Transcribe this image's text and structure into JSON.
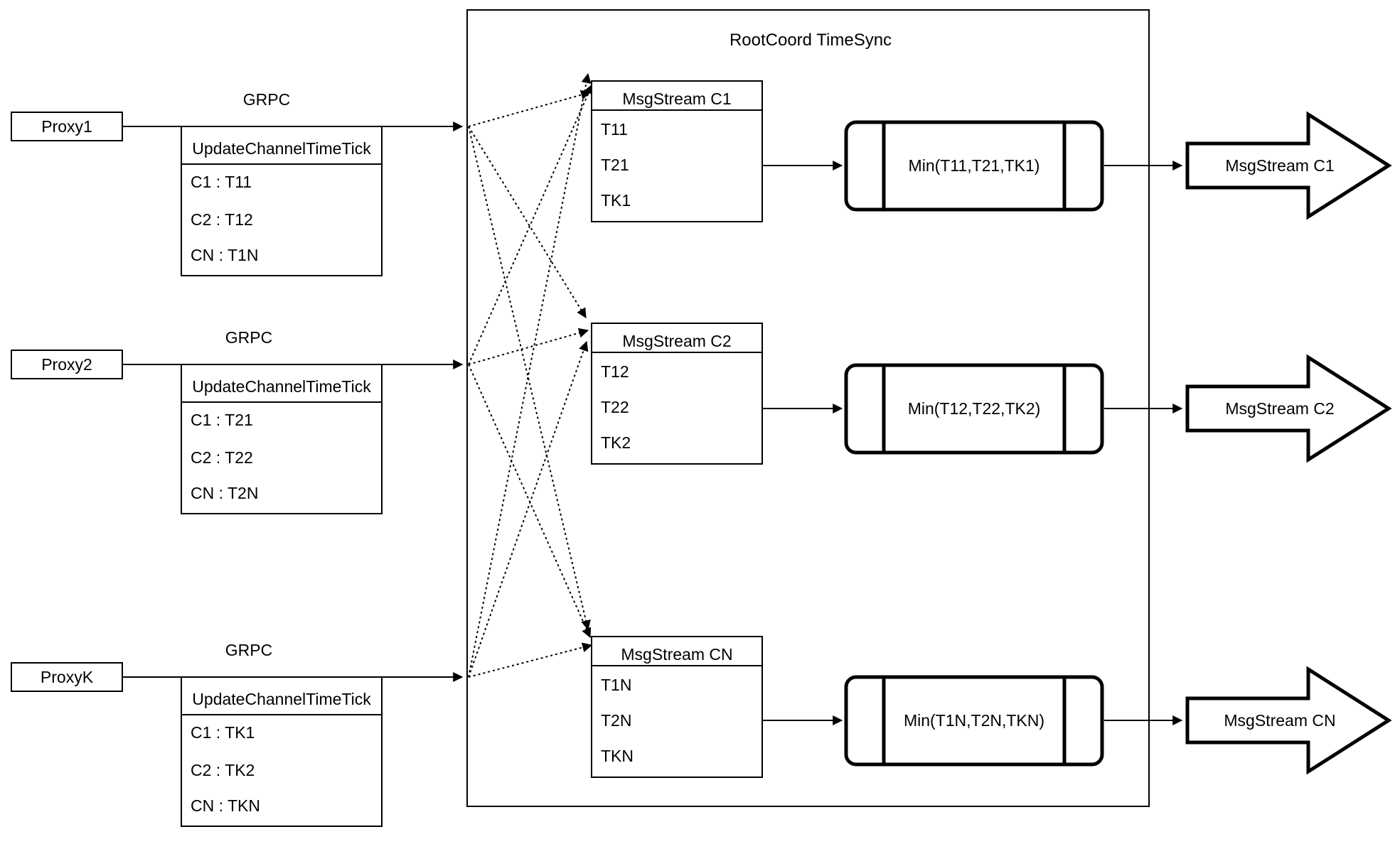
{
  "diagram": {
    "title": "RootCoord TimeSync",
    "proxies": [
      {
        "label": "Proxy1",
        "protocol": "GRPC",
        "table": {
          "header": "UpdateChannelTimeTick",
          "rows": [
            "C1 : T11",
            "C2 : T12",
            "CN : T1N"
          ]
        }
      },
      {
        "label": "Proxy2",
        "protocol": "GRPC",
        "table": {
          "header": "UpdateChannelTimeTick",
          "rows": [
            "C1 : T21",
            "C2 : T22",
            "CN : T2N"
          ]
        }
      },
      {
        "label": "ProxyK",
        "protocol": "GRPC",
        "table": {
          "header": "UpdateChannelTimeTick",
          "rows": [
            "C1 : TK1",
            "C2 : TK2",
            "CN : TKN"
          ]
        }
      }
    ],
    "streams": [
      {
        "header": "MsgStream C1",
        "rows": [
          "T11",
          "T21",
          "TK1"
        ],
        "min_label": "Min(T11,T21,TK1)",
        "output_label": "MsgStream C1"
      },
      {
        "header": "MsgStream C2",
        "rows": [
          "T12",
          "T22",
          "TK2"
        ],
        "min_label": "Min(T12,T22,TK2)",
        "output_label": "MsgStream C2"
      },
      {
        "header": "MsgStream CN",
        "rows": [
          "T1N",
          "T2N",
          "TKN"
        ],
        "min_label": "Min(T1N,T2N,TKN)",
        "output_label": "MsgStream CN"
      }
    ],
    "colors": {
      "stroke": "#000000",
      "background": "#ffffff"
    }
  }
}
